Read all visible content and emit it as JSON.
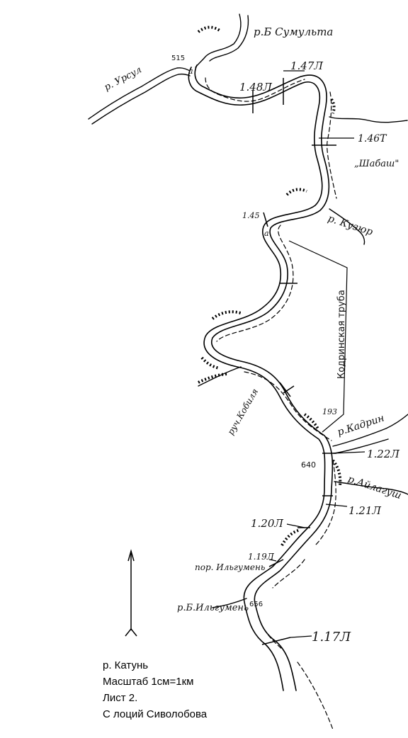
{
  "labels": {
    "b_sumulta": "р.Б Сумульта",
    "ursul": "р. Урсул",
    "elev_515": "515",
    "a_top": "а",
    "r_148": "1.48Л",
    "r_147": "1.47Л",
    "r_146": "1.46Т",
    "shabash": "„Шабаш\"",
    "r_145": "1.45",
    "kuzur": "р. Кузюр",
    "a_mid": "а",
    "kodrinskaya": "Кодринская труба",
    "kobilya": "руч.Кобиля",
    "elev_193": "193",
    "kodrin": "р.Кадрин",
    "elev_640": "640",
    "r_122": "1.22Л",
    "ailagush": "р.Айлагуш",
    "r_121": "1.21Л",
    "r_120": "1.20Л",
    "r_119": "1.19Л",
    "por_ilygumen": "пор. Ильгумень",
    "b_ilygumen": "р.Б.Ильгумень",
    "elev_656": "656",
    "r_117": "1.17Л"
  },
  "legend": {
    "river": "р. Катунь",
    "scale": "Масштаб 1см=1км",
    "sheet": "Лист 2.",
    "source": "С лоций Сиволобова"
  }
}
